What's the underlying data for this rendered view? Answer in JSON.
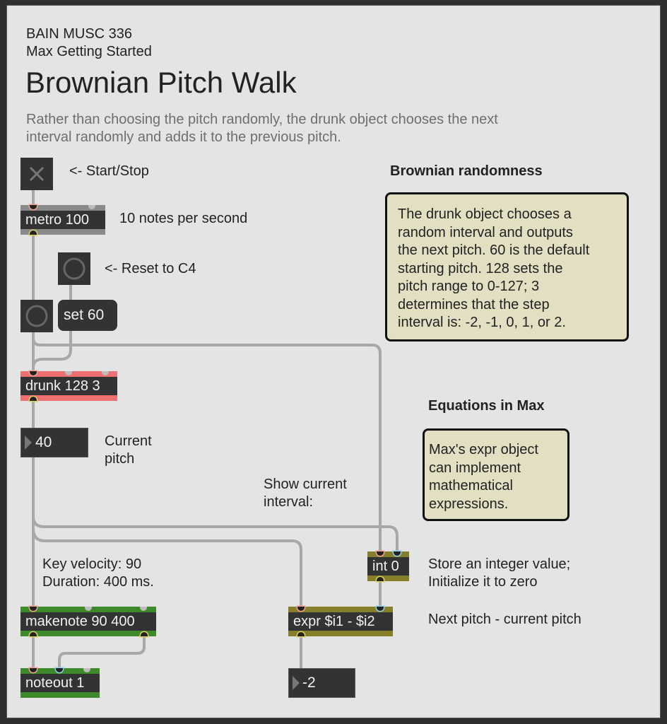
{
  "header": {
    "course": "BAIN MUSC 336",
    "subtitle": "Max Getting Started",
    "title": "Brownian Pitch Walk",
    "description_line1": "Rather than choosing the pitch randomly, the drunk object chooses the next",
    "description_line2": "interval randomly and adds it to the previous pitch."
  },
  "objects": {
    "toggle": {
      "icon": "x-toggle-icon",
      "comment": "<- Start/Stop"
    },
    "metro": {
      "label": "metro 100",
      "comment": "10 notes per second"
    },
    "reset_button": {
      "icon": "bang-icon",
      "comment": "<- Reset to C4"
    },
    "bang": {
      "icon": "bang-icon"
    },
    "set_message": {
      "label": "set 60"
    },
    "drunk": {
      "label": "drunk 128 3"
    },
    "pitch_number": {
      "value": "40",
      "comment_line1": "Current",
      "comment_line2": "pitch"
    },
    "interval_comment": {
      "line1": "Show current",
      "line2": "interval:"
    },
    "int_object": {
      "label": "int 0",
      "comment_line1": "Store an integer value;",
      "comment_line2": "Initialize it to zero"
    },
    "velocity_comment": {
      "line1": "Key velocity: 90",
      "line2": "Duration: 400 ms."
    },
    "makenote": {
      "label": "makenote 90 400"
    },
    "expr": {
      "label": "expr $i1 - $i2",
      "comment": "Next pitch - current pitch"
    },
    "noteout": {
      "label": "noteout 1"
    },
    "interval_number": {
      "value": "-2"
    }
  },
  "panels": {
    "brownian": {
      "heading": "Brownian randomness",
      "lines": [
        "The drunk object chooses a",
        "random interval and outputs",
        "the next pitch. 60 is the default",
        "starting pitch. 128 sets the",
        "pitch range to 0-127; 3",
        "determines that the step",
        "interval is: -2, -1, 0, 1, or 2."
      ]
    },
    "equations": {
      "heading": "Equations in Max",
      "lines": [
        "Max's expr object",
        "can implement",
        "mathematical",
        "expressions."
      ]
    }
  },
  "colors": {
    "metro_frame": "#8a8a8a",
    "drunk_frame": "#ee7070",
    "makenote_frame": "#3c8a2a",
    "expr_frame": "#857f2a",
    "object_bg": "#333333",
    "comment_box_bg": "#e2dfc2"
  }
}
